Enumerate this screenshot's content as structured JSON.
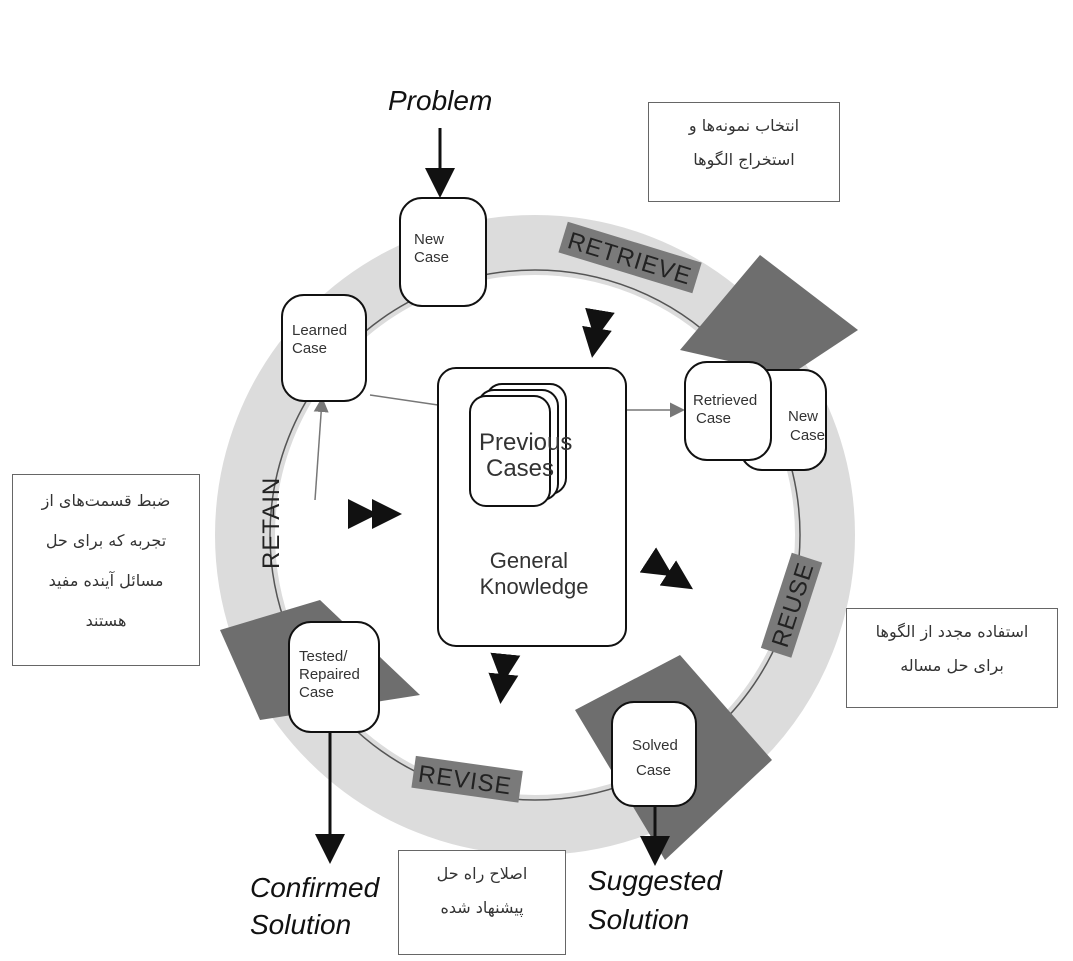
{
  "input": {
    "problem": "Problem"
  },
  "phases": {
    "retrieve": "RETRIEVE",
    "reuse": "REUSE",
    "revise": "REVISE",
    "retain": "RETAIN"
  },
  "nodes": {
    "new_case": [
      "New",
      "Case"
    ],
    "learned_case": [
      "Learned",
      "Case"
    ],
    "retrieved_case": [
      "Retrieved",
      "Case"
    ],
    "retrieved_new_case": [
      "New",
      "Case"
    ],
    "solved_case": [
      "Solved",
      "Case"
    ],
    "tested_case": [
      "Tested/",
      "Repaired",
      "Case"
    ]
  },
  "center": {
    "cases": [
      "Previous",
      "Cases"
    ],
    "knowledge": [
      "General",
      "Knowledge"
    ]
  },
  "outputs": {
    "confirmed": [
      "Confirmed",
      "Solution"
    ],
    "suggested": [
      "Suggested",
      "Solution"
    ]
  },
  "notes": {
    "retrieve": [
      "انتخاب نمونه‌ها و",
      "استخراج الگوها"
    ],
    "retain": [
      "ضبط قسمت‌های از",
      "تجربه که برای حل",
      "مسائل آینده مفید",
      "هستند"
    ],
    "reuse": [
      "استفاده مجدد از الگوها",
      "برای حل مساله"
    ],
    "revise": [
      "اصلاح راه حل",
      "پیشنهاد شده"
    ]
  },
  "colors": {
    "ring": "#d8d8d8",
    "arrow_head": "#6e6e6e",
    "box_stroke": "#111111",
    "label_bg": "#7a7a7a"
  }
}
